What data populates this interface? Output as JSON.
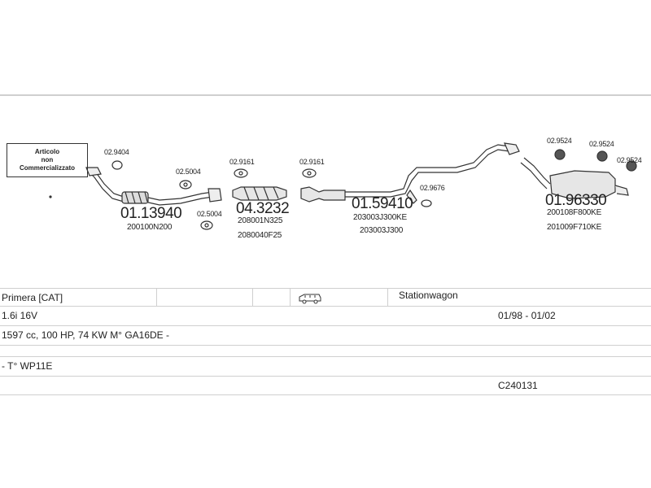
{
  "notice": {
    "line1": "Articolo",
    "line2": "non",
    "line3": "Commercializzato"
  },
  "parts": {
    "p_029404": "02.9404",
    "p_025004_a": "02.5004",
    "p_025004_b": "02.5004",
    "p_029161_a": "02.9161",
    "p_029161_b": "02.9161",
    "p_029676": "02.9676",
    "p_029524_a": "02.9524",
    "p_029524_b": "02.9524",
    "p_029524_c": "02.9524",
    "main_1": "01.13940",
    "main_2": "04.3232",
    "main_3": "01.59410",
    "main_4": "01.96330",
    "ref_1a": "200100N200",
    "ref_2a": "208001N325",
    "ref_2b": "2080040F25",
    "ref_3a": "203003J300KE",
    "ref_3b": "203003J300",
    "ref_4a": "200108F800KE",
    "ref_4b": "201009F710KE"
  },
  "vehicle": {
    "model": "Primera  [CAT]",
    "body_icon": "car-wagon-icon",
    "body_type": "Stationwagon",
    "engine": "1.6i 16V",
    "years": "01/98 - 01/02",
    "spec": "1597 cc, 100 HP, 74 KW M° GA16DE -",
    "type_code": "- T° WP11E",
    "catalog_code": "C240131"
  }
}
